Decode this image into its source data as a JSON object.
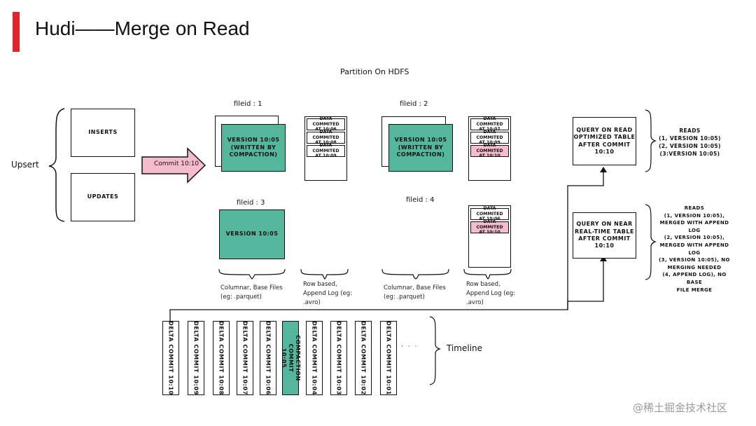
{
  "slide": {
    "title": "Hudi——Merge on Read",
    "accent_color": "#e0242b",
    "teal_color": "#55b69e",
    "pink_color": "#f4bccc"
  },
  "diagram": {
    "partition_label": "Partition On HDFS",
    "upsert_label": "Upsert",
    "inserts_label": "INSERTS",
    "updates_label": "UPDATES",
    "commit_label": "Commit 10:10",
    "files": [
      {
        "id": "fileid : 1",
        "base": "VERSION 10:05\n(WRITTEN BY\nCOMPACTION)",
        "log": [
          "DATA COMMITED\nAT 10:06",
          "DATA COMMITED\nAT 10:08",
          "DATA COMMITED\nAT 10:09"
        ]
      },
      {
        "id": "fileid : 2",
        "base": "VERSION 10:05\n(WRITTEN BY\nCOMPACTION)",
        "log": [
          "DATA COMMITED\nAT 10:07",
          "DATA COMMITED\nAT 10:09",
          "DATA COMMITED\nAT 10:10"
        ]
      },
      {
        "id": "fileid : 3",
        "base": "VERSION 10:05"
      },
      {
        "id": "fileid : 4",
        "log": [
          "DATA COMMITED\nAT 10:06",
          "DATA COMMITED\nAT 10:10"
        ]
      }
    ],
    "desc_columnar": "Columnar, Base Files\n(eg: .parquet)",
    "desc_row": "Row based,\nAppend Log  (eg:\n.avro)",
    "query_ro": "QUERY ON READ\nOPTIMIZED TABLE\nAFTER COMMIT\n10:10",
    "query_rt": "QUERY ON NEAR\nREAL-TIME TABLE\nAFTER COMMIT\n10:10",
    "reads_ro": "READS\n(1, VERSION 10:05)\n(2, VERSION 10:05)\n(3:VERSION 10:05)",
    "reads_rt": "READS\n(1, VERSION 10:05),\nMERGED WITH APPEND LOG\n(2, VERSION 10:05),\nMERGED WITH APPEND LOG\n(3, VERSION 10:05), NO\nMERGING NEEDED\n(4, APPEND LOG), NO BASE\nFILE MERGE",
    "timeline_label": "Timeline",
    "timeline": [
      "DELTA COMMIT 10:10",
      "DELTA COMMIT 10:09",
      "DELTA COMMIT 10:08",
      "DELTA COMMIT 10:07",
      "DELTA COMMIT 10:06",
      "COMPACTION COMMIT\n10:05",
      "DELTA COMMIT 10:04",
      "DELTA COMMIT 10:03",
      "DELTA COMMIT 10:02",
      "DELTA COMMIT 10:01"
    ],
    "ellipsis": "· · ·"
  },
  "watermark": "@稀土掘金技术社区"
}
